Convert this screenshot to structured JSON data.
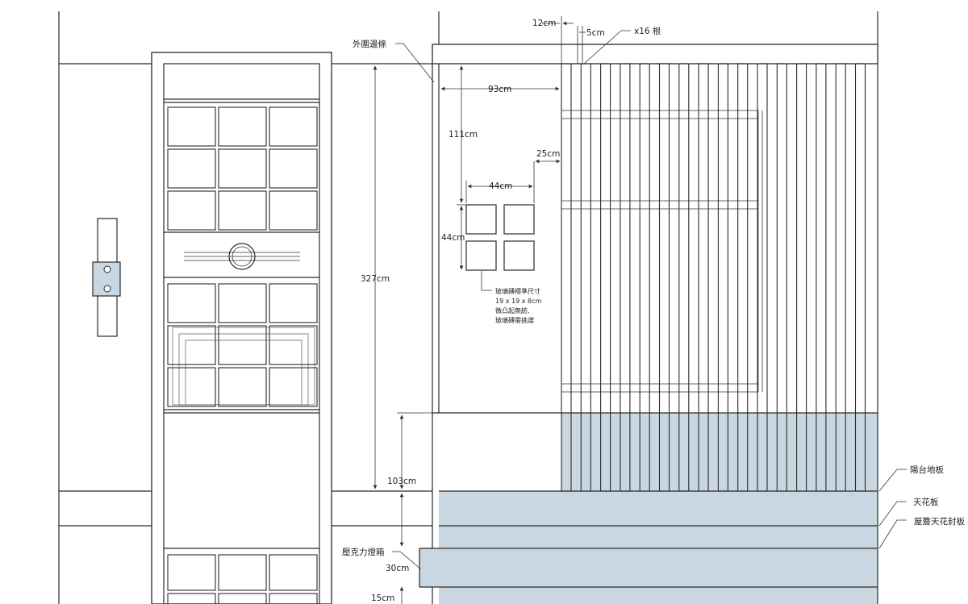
{
  "labels": {
    "outer_frame_edge": "外圍邊條",
    "balcony_floor": "陽台地板",
    "ceiling": "天花板",
    "eaves_ceiling_cover": "屋簷天花封板",
    "acrylic_lightbox": "壓克力燈箱"
  },
  "dimensions": {
    "gap_12cm": "12cm",
    "slat_5cm": "5cm",
    "slat_count": "x16 根",
    "width_93cm": "93cm",
    "height_111cm": "111cm",
    "gap_25cm": "25cm",
    "block_width_44cm": "44cm",
    "block_height_44cm": "44cm",
    "total_height_327cm": "327cm",
    "height_103cm": "103cm",
    "height_30cm": "30cm",
    "height_15cm": "15cm"
  },
  "glass_note": {
    "line1": "玻璃磚標準尺寸",
    "line2": "19 x 19 x 8cm",
    "line3": "微凸起無紡,",
    "line4": "玻璃磚需挑選"
  },
  "colors": {
    "fill_blue": "#c8d7e1",
    "line": "#2a2a2a"
  }
}
